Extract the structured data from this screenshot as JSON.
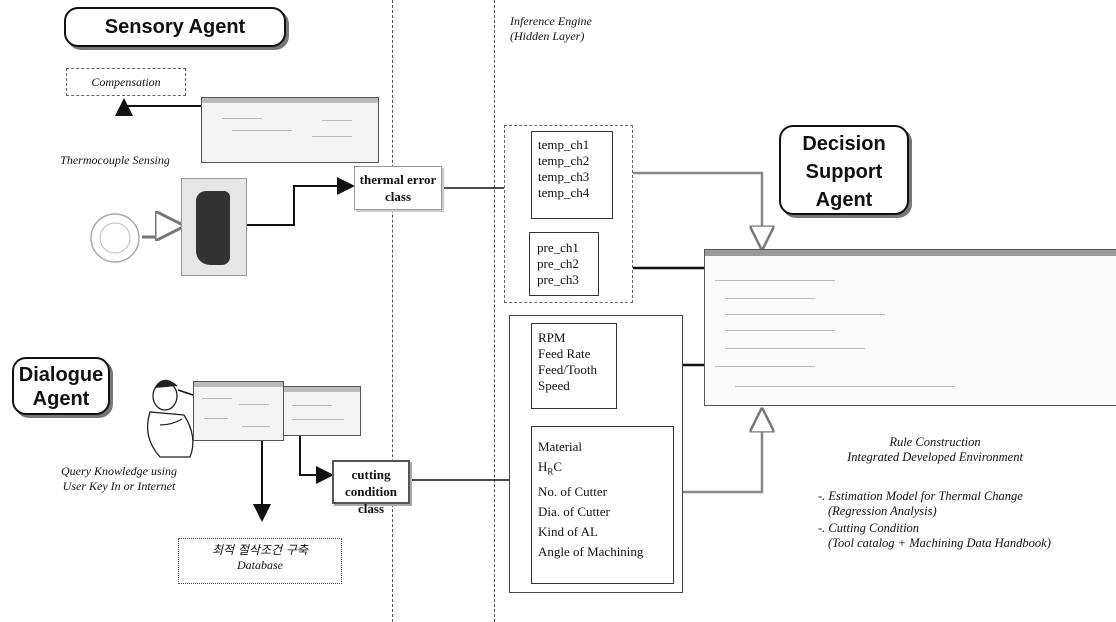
{
  "agents": {
    "sensory": "Sensory Agent",
    "dialogue": "Dialogue Agent",
    "decision_support": "Decision Support Agent"
  },
  "labels": {
    "compensation": "Compensation",
    "thermocouple": "Thermocouple Sensing",
    "inference_engine": "Inference Engine",
    "hidden_layer": "(Hidden Layer)",
    "thermal_error_class": "thermal error class",
    "cutting_condition_class": "cutting condition class",
    "query": "Query Knowledge using User Key In or Internet",
    "database_korean": "최적 절삭조건 구축",
    "database": "Database"
  },
  "temp_channels": [
    "temp_ch1",
    "temp_ch2",
    "temp_ch3",
    "temp_ch4"
  ],
  "pre_channels": [
    "pre_ch1",
    "pre_ch2",
    "pre_ch3"
  ],
  "cutting_outputs": [
    "RPM",
    "Feed Rate",
    "Feed/Tooth",
    "Speed"
  ],
  "cutting_inputs": [
    "Material",
    "HRC",
    "No. of Cutter",
    "Dia. of Cutter",
    "Kind of AL",
    "Angle of Machining"
  ],
  "rule_construction": {
    "title": "Rule Construction",
    "subtitle": "Integrated Developed Environment",
    "item1": "-. Estimation Model for Thermal Change",
    "item1_sub": "(Regression Analysis)",
    "item2": "-. Cutting Condition",
    "item2_sub": "(Tool catalog + Machining Data Handbook)"
  }
}
